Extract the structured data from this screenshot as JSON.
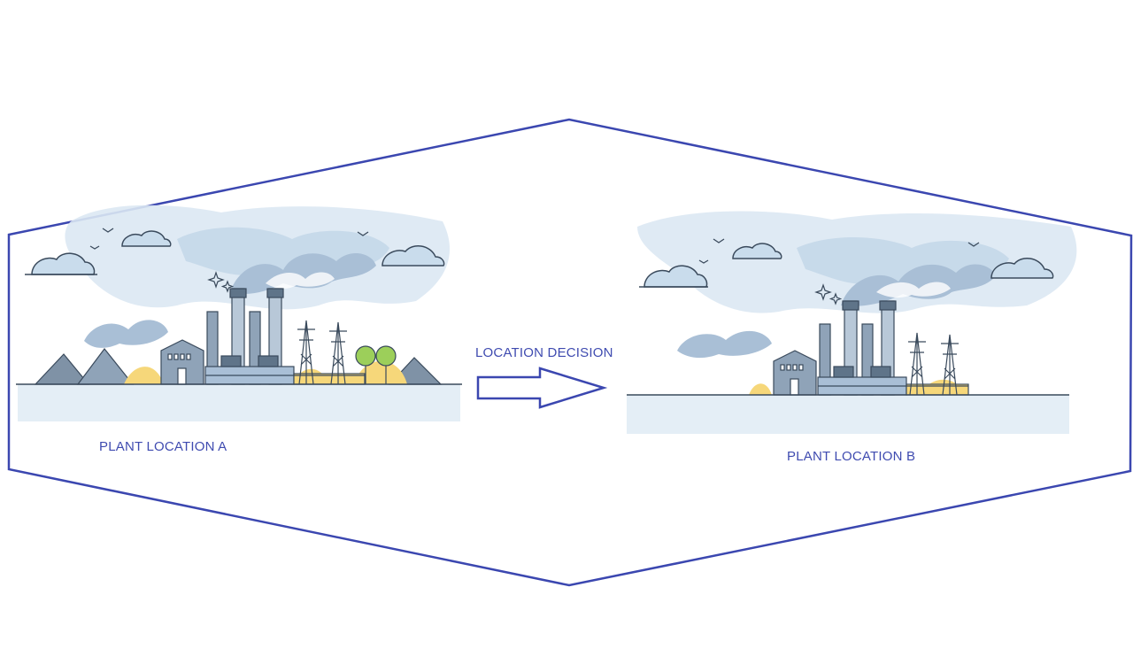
{
  "labels": {
    "plant_a": "PLANT LOCATION A",
    "plant_b": "PLANT LOCATION B",
    "decision": "LOCATION DECISION"
  },
  "illustrations": [
    {
      "name": "plant-location-a",
      "contents": [
        "factory-building",
        "smokestacks",
        "power-pylons",
        "trees",
        "hills",
        "clouds",
        "smoke",
        "birds",
        "sparkles"
      ]
    },
    {
      "name": "plant-location-b",
      "contents": [
        "factory-building",
        "smokestacks",
        "power-pylons",
        "clouds",
        "smoke",
        "birds",
        "sparkles"
      ]
    }
  ],
  "colors": {
    "outline": "#3b47b0",
    "label": "#3f4bb0",
    "sky": "#c9dcec",
    "smoke": "#a9bfd6",
    "factory": "#8fa3b8",
    "factory_dark": "#5f7489",
    "ground": "#dce8f2",
    "ground_line": "#3a4a5c",
    "accent_yellow": "#f6d77a",
    "tree_green": "#9ccf5a",
    "hill": "#7f92a6"
  }
}
